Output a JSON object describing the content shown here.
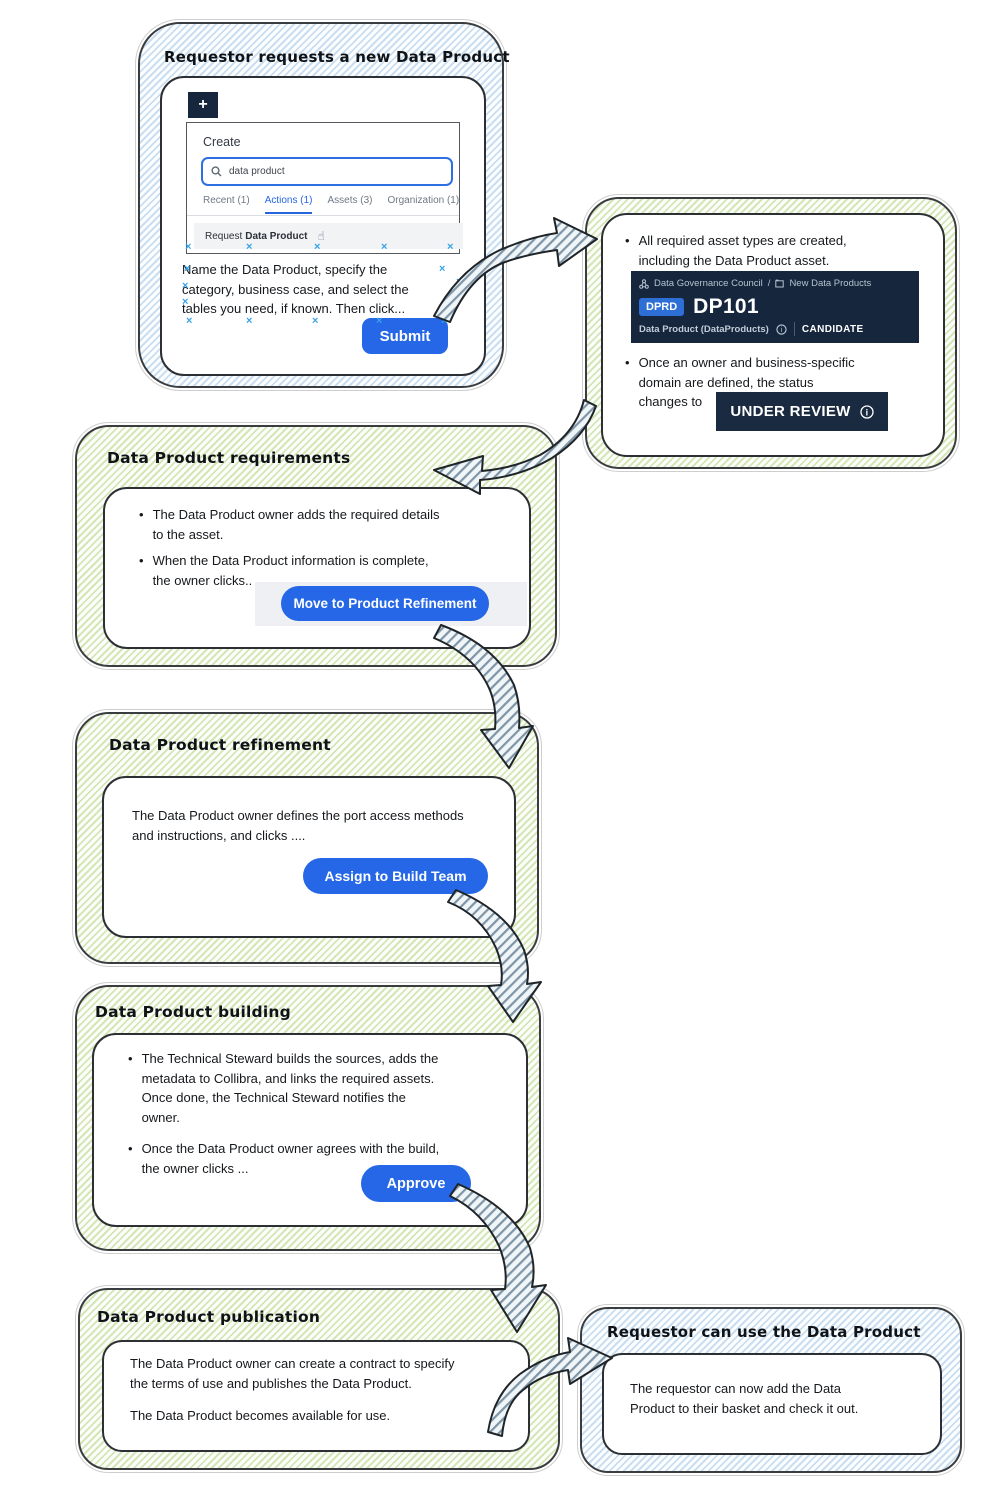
{
  "request_box": {
    "title": "Requestor requests a new Data Product",
    "dialog": {
      "plus_label": "+",
      "heading": "Create",
      "search_value": "data product",
      "tabs": [
        {
          "label": "Recent (1)",
          "active": false
        },
        {
          "label": "Actions (1)",
          "active": true
        },
        {
          "label": "Assets (3)",
          "active": false
        },
        {
          "label": "Organization (1)",
          "active": false
        }
      ],
      "result_normal": "Request",
      "result_bold": "Data Product"
    },
    "note": "Name the Data Product, specify the\ncategory, business case, and select the\ntables you need, if known. Then click...",
    "submit_label": "Submit"
  },
  "asset_box": {
    "bullet1": "All required asset types are created,\nincluding the Data Product asset.",
    "header": {
      "breadcrumb_left": "Data Governance Council",
      "breadcrumb_sep": "/",
      "breadcrumb_right": "New Data Products",
      "badge": "DPRD",
      "asset_name": "DP101",
      "asset_type": "Data Product (DataProducts)",
      "status": "CANDIDATE"
    },
    "bullet2": "Once an owner and business-specific\ndomain are defined, the status\nchanges to",
    "status_badge": "UNDER REVIEW"
  },
  "requirements_box": {
    "title": "Data Product requirements",
    "bullet1": "The Data Product owner adds the required details\nto the asset.",
    "bullet2": "When the Data Product information is complete,\nthe owner clicks..",
    "button": "Move to Product Refinement"
  },
  "refinement_box": {
    "title": "Data Product refinement",
    "text": "The Data Product owner defines the port access methods\nand instructions, and clicks ....",
    "button": "Assign to Build Team"
  },
  "building_box": {
    "title": "Data Product building",
    "bullet1": "The Technical Steward builds the sources, adds the\nmetadata to Collibra, and links the required assets.\nOnce done, the Technical Steward notifies the\nowner.",
    "bullet2": "Once the Data Product owner agrees with the build,\nthe owner clicks ...",
    "button": "Approve"
  },
  "publication_box": {
    "title": "Data Product publication",
    "text1": "The Data Product owner can create a contract to specify\nthe terms of use and publishes the Data Product.",
    "text2": "The Data Product becomes available for use."
  },
  "use_box": {
    "title": "Requestor can use the Data Product",
    "text": "The requestor can now add the Data\nProduct to their basket and check it out."
  },
  "arrows": [
    {
      "from": "requestor-requests",
      "to": "asset-creation"
    },
    {
      "from": "asset-creation",
      "to": "data-product-requirements"
    },
    {
      "from": "data-product-requirements",
      "to": "data-product-refinement"
    },
    {
      "from": "data-product-refinement",
      "to": "data-product-building"
    },
    {
      "from": "data-product-building",
      "to": "data-product-publication"
    },
    {
      "from": "data-product-publication",
      "to": "requestor-can-use"
    }
  ],
  "icons": {
    "bullet": "•",
    "selection_handle": "×",
    "pointer": "☝",
    "info_letter": "i"
  },
  "colors": {
    "button_blue": "#2567e6",
    "dark_navy_panel": "#15263d",
    "dprd_badge_blue": "#2e6fd6",
    "active_tab_blue": "#2566df",
    "green_box_hatch": "#d3e7b6",
    "blue_box_hatch": "#cadef2",
    "arrow_hatch": "#7e95a8",
    "selection_mark_blue": "#36a3e8"
  }
}
